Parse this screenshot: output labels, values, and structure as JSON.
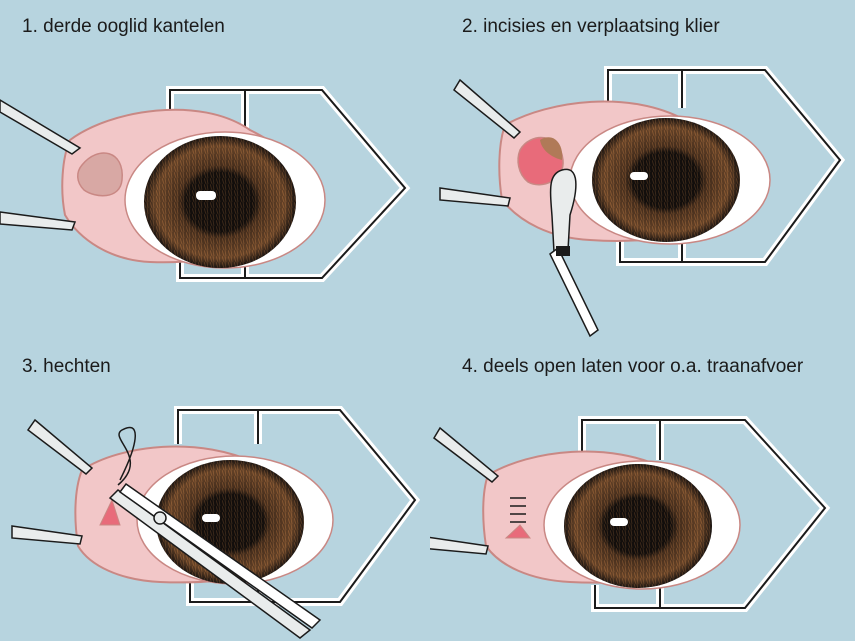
{
  "colors": {
    "background": "#b7d4df",
    "tissue": "#f2c7c8",
    "tissue_outline": "#c98884",
    "gland": "#d8a8a4",
    "gland_exposed": "#e86b7a",
    "iris": "#8b5a33",
    "pupil": "#0d0b0a",
    "speculum": "#ffffff",
    "instrument": "#e9ecec"
  },
  "panels": [
    {
      "step": 1,
      "label": "1. derde ooglid kantelen"
    },
    {
      "step": 2,
      "label": "2. incisies en verplaatsing klier"
    },
    {
      "step": 3,
      "label": "3. hechten"
    },
    {
      "step": 4,
      "label": "4. deels open laten voor o.a. traanafvoer"
    }
  ],
  "icons": {
    "forceps": "forceps-icon",
    "scalpel": "scalpel-icon",
    "needle_holder": "needle-holder-icon",
    "sutures": "suture-icon",
    "speculum": "eyelid-speculum-icon"
  }
}
